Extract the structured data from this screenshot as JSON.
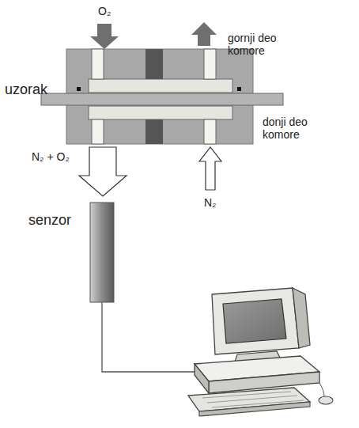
{
  "diagram": {
    "labels": [
      "O₂",
      "gornji deo komore",
      "uzorak",
      "donji deo komore",
      "N₂ + O₂",
      "N₂",
      "senzor"
    ]
  }
}
